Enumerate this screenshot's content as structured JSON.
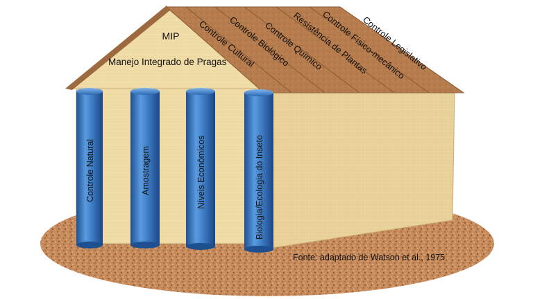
{
  "pediment": {
    "title": "MIP",
    "subtitle": "Manejo Integrado de Pragas"
  },
  "roof_strips": [
    {
      "label": "Controle Cultural"
    },
    {
      "label": "Controle Biológico"
    },
    {
      "label": "Controle Químico"
    },
    {
      "label": "Resistência de Plantas"
    },
    {
      "label": "Controle Físico-mecânico"
    },
    {
      "label": "Controle  Legislativo"
    }
  ],
  "pillars": [
    {
      "label": "Controle Natural"
    },
    {
      "label": "Amostragem"
    },
    {
      "label": "Níveis Econômicos"
    },
    {
      "label": "Biologia/Ecologia do Inseto"
    }
  ],
  "source": "Fonte: adaptado de Watson et al., 1975",
  "colors": {
    "wall": "#f0dca6",
    "wall_shadow": "#d8bd7e",
    "pillar": "#3d7cc4",
    "pillar_dark": "#1e4f8f",
    "roof": "#b37a4c",
    "ground": "#c88a5a",
    "text": "#111111"
  }
}
